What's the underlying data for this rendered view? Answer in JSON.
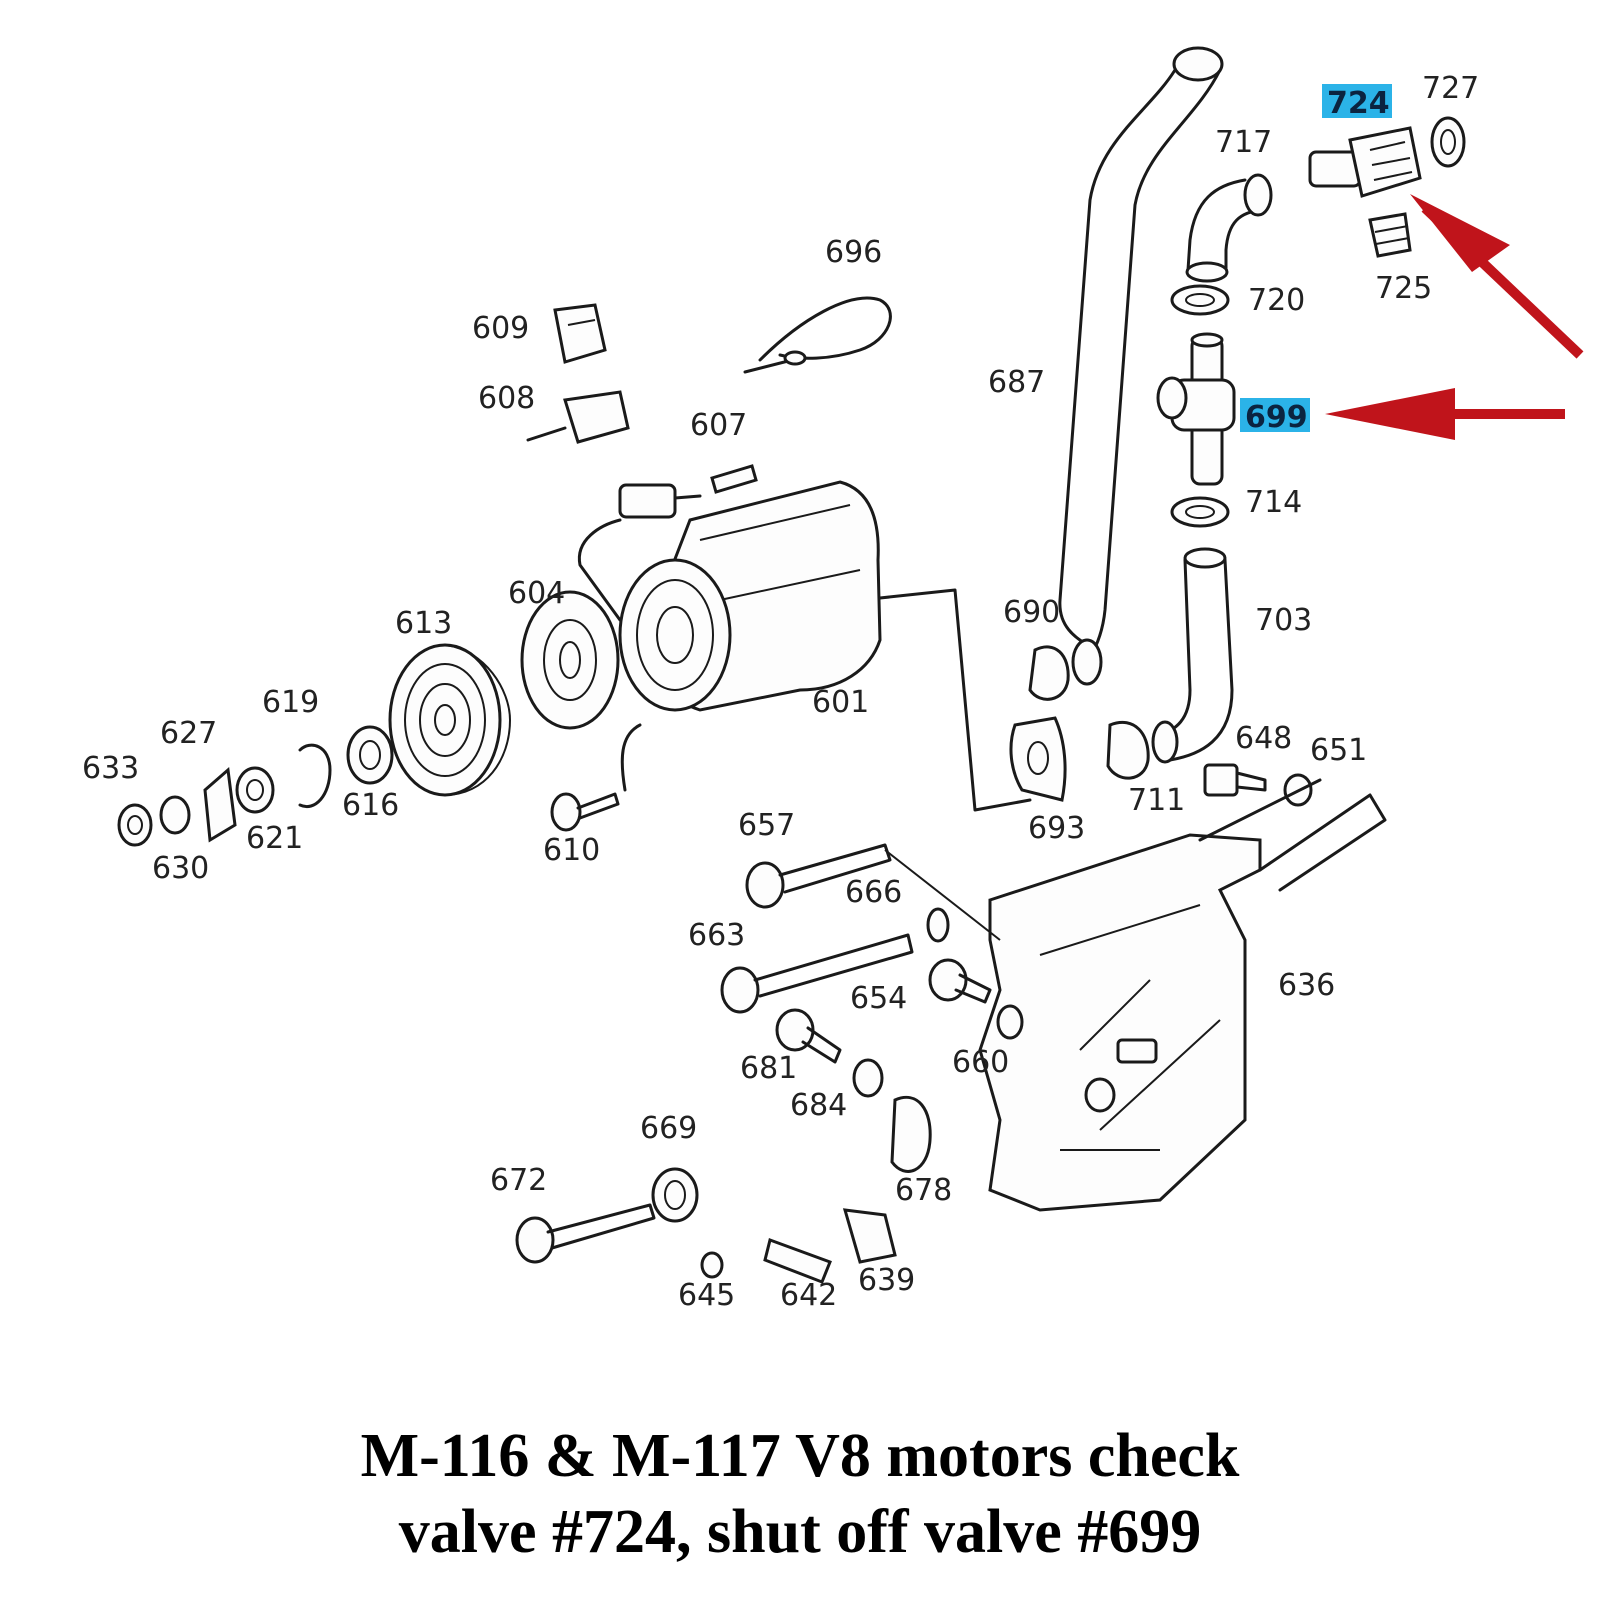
{
  "caption": {
    "line1": "M-116 & M-117 V8 motors check",
    "line2": "valve #724, shut off valve #699"
  },
  "highlight_color": "#2bb3e8",
  "arrow_color": "#c0141b",
  "highlighted_parts": [
    "724",
    "699"
  ],
  "labels": {
    "p724": "724",
    "p727": "727",
    "p717": "717",
    "p725": "725",
    "p696": "696",
    "p609": "609",
    "p608": "608",
    "p607": "607",
    "p687": "687",
    "p720": "720",
    "p699": "699",
    "p714": "714",
    "p604": "604",
    "p613": "613",
    "p619": "619",
    "p627": "627",
    "p633": "633",
    "p630": "630",
    "p621": "621",
    "p616": "616",
    "p610": "610",
    "p601": "601",
    "p690": "690",
    "p703": "703",
    "p693": "693",
    "p711": "711",
    "p648": "648",
    "p651": "651",
    "p657": "657",
    "p666": "666",
    "p663": "663",
    "p654": "654",
    "p660": "660",
    "p636": "636",
    "p681": "681",
    "p684": "684",
    "p669": "669",
    "p672": "672",
    "p678": "678",
    "p645": "645",
    "p642": "642",
    "p639": "639"
  }
}
